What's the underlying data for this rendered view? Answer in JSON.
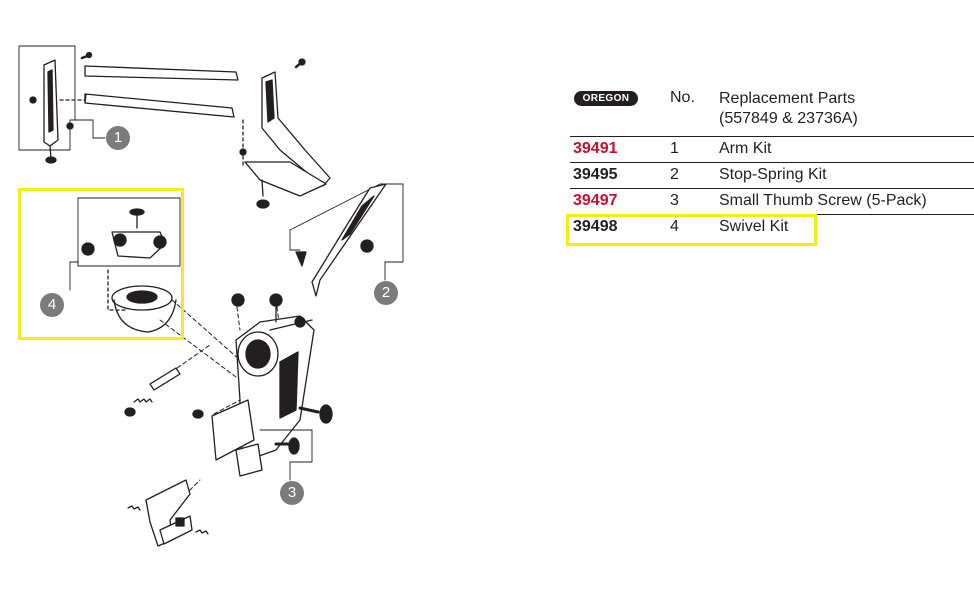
{
  "diagram": {
    "callouts": [
      "1",
      "2",
      "3",
      "4"
    ]
  },
  "table": {
    "brand": "OREGON",
    "header_no": "No.",
    "header_desc_line1": "Replacement Parts",
    "header_desc_line2": "(557849 & 23736A)",
    "rows": [
      {
        "part": "39491",
        "no": "1",
        "desc": "Arm Kit",
        "color": "#c8102e"
      },
      {
        "part": "39495",
        "no": "2",
        "desc": "Stop-Spring Kit",
        "color": "#231f20"
      },
      {
        "part": "39497",
        "no": "3",
        "desc": "Small Thumb Screw (5-Pack)",
        "color": "#c8102e"
      },
      {
        "part": "39498",
        "no": "4",
        "desc": "Swivel Kit",
        "color": "#231f20"
      }
    ],
    "highlighted_row": 4
  },
  "colors": {
    "highlight": "#f4ec1a",
    "callout": "#7b7b7b",
    "accent_red": "#c8102e",
    "ink": "#231f20"
  }
}
